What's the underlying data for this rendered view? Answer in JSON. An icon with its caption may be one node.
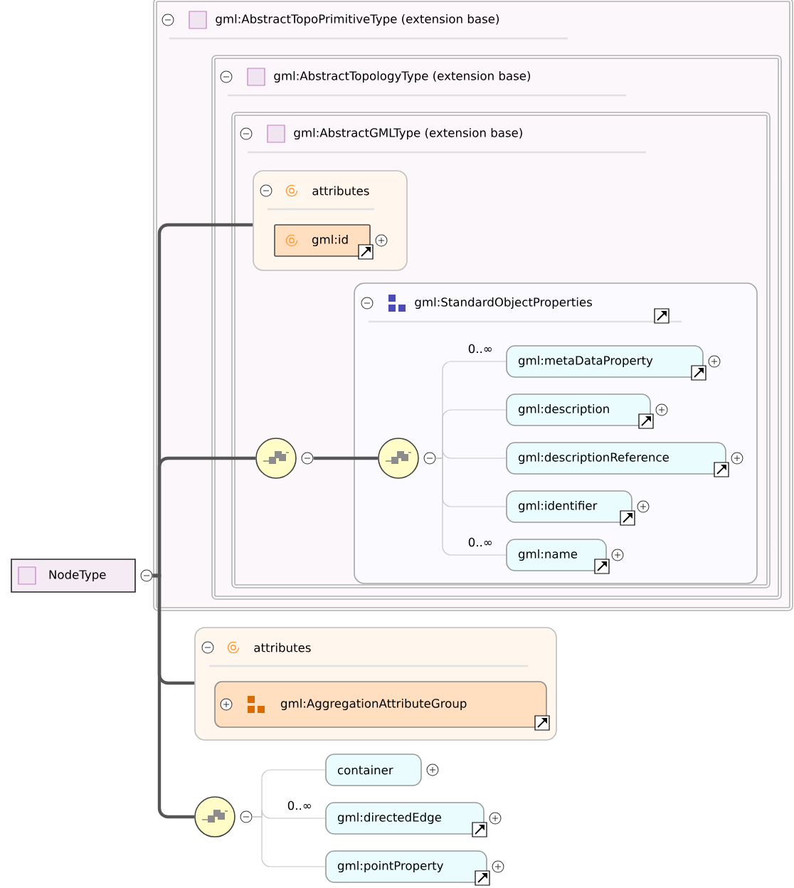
{
  "diagram": {
    "nodes": [
      {
        "text": [
          "NodeType"
        ]
      },
      {
        "text": [
          "gml:AbstractTopoPrimitiveType (extension base)"
        ]
      },
      {
        "text": [
          "gml:AbstractTopologyType (extension base)"
        ],
        "in": 1
      },
      {
        "text": [
          "gml:AbstractGMLType (extension base)"
        ],
        "in": 2
      },
      {
        "text": [
          "attributes"
        ],
        "in": 3
      },
      {
        "text": [
          "gml:id"
        ],
        "in": 4
      },
      {
        "text": [],
        "shape": "circle",
        "in": 3
      },
      {
        "text": [
          "gml:StandardObjectProperties"
        ],
        "in": 3
      },
      {
        "text": [],
        "shape": "circle",
        "in": 7
      },
      {
        "text": [
          "gml:metaDataProperty"
        ],
        "in": 7
      },
      {
        "text": [
          "gml:description"
        ],
        "in": 7
      },
      {
        "text": [
          "gml:descriptionReference"
        ],
        "in": 7
      },
      {
        "text": [
          "gml:identifier"
        ],
        "in": 7
      },
      {
        "text": [
          "gml:name"
        ],
        "in": 7
      },
      {
        "text": [
          "attributes"
        ]
      },
      {
        "text": [
          "gml:AggregationAttributeGroup"
        ],
        "in": 14
      },
      {
        "text": [],
        "shape": "circle"
      },
      {
        "text": [
          "container"
        ]
      },
      {
        "text": [
          "gml:directedEdge"
        ]
      },
      {
        "text": [
          "gml:pointProperty"
        ]
      }
    ],
    "edges": [
      {
        "from": 0,
        "to": 4,
        "arrow": "none",
        "style": "thick",
        "color": "#555555"
      },
      {
        "from": 0,
        "to": 6,
        "arrow": "none",
        "style": "thick",
        "color": "#555555"
      },
      {
        "from": 0,
        "to": 14,
        "arrow": "none",
        "style": "thick",
        "color": "#555555"
      },
      {
        "from": 0,
        "to": 16,
        "arrow": "none",
        "style": "thick",
        "color": "#555555"
      },
      {
        "from": 6,
        "to": 8,
        "arrow": "none",
        "style": "thick",
        "color": "#555555"
      },
      {
        "from": 8,
        "to": 9,
        "arrow": "none",
        "label": "0..∞"
      },
      {
        "from": 8,
        "to": 10,
        "arrow": "none"
      },
      {
        "from": 8,
        "to": 11,
        "arrow": "none"
      },
      {
        "from": 8,
        "to": 12,
        "arrow": "none"
      },
      {
        "from": 8,
        "to": 13,
        "arrow": "none",
        "label": "0..∞"
      },
      {
        "from": 16,
        "to": 17,
        "arrow": "none"
      },
      {
        "from": 16,
        "to": 18,
        "arrow": "none",
        "label": "0..∞"
      },
      {
        "from": 16,
        "to": 19,
        "arrow": "none"
      }
    ]
  }
}
